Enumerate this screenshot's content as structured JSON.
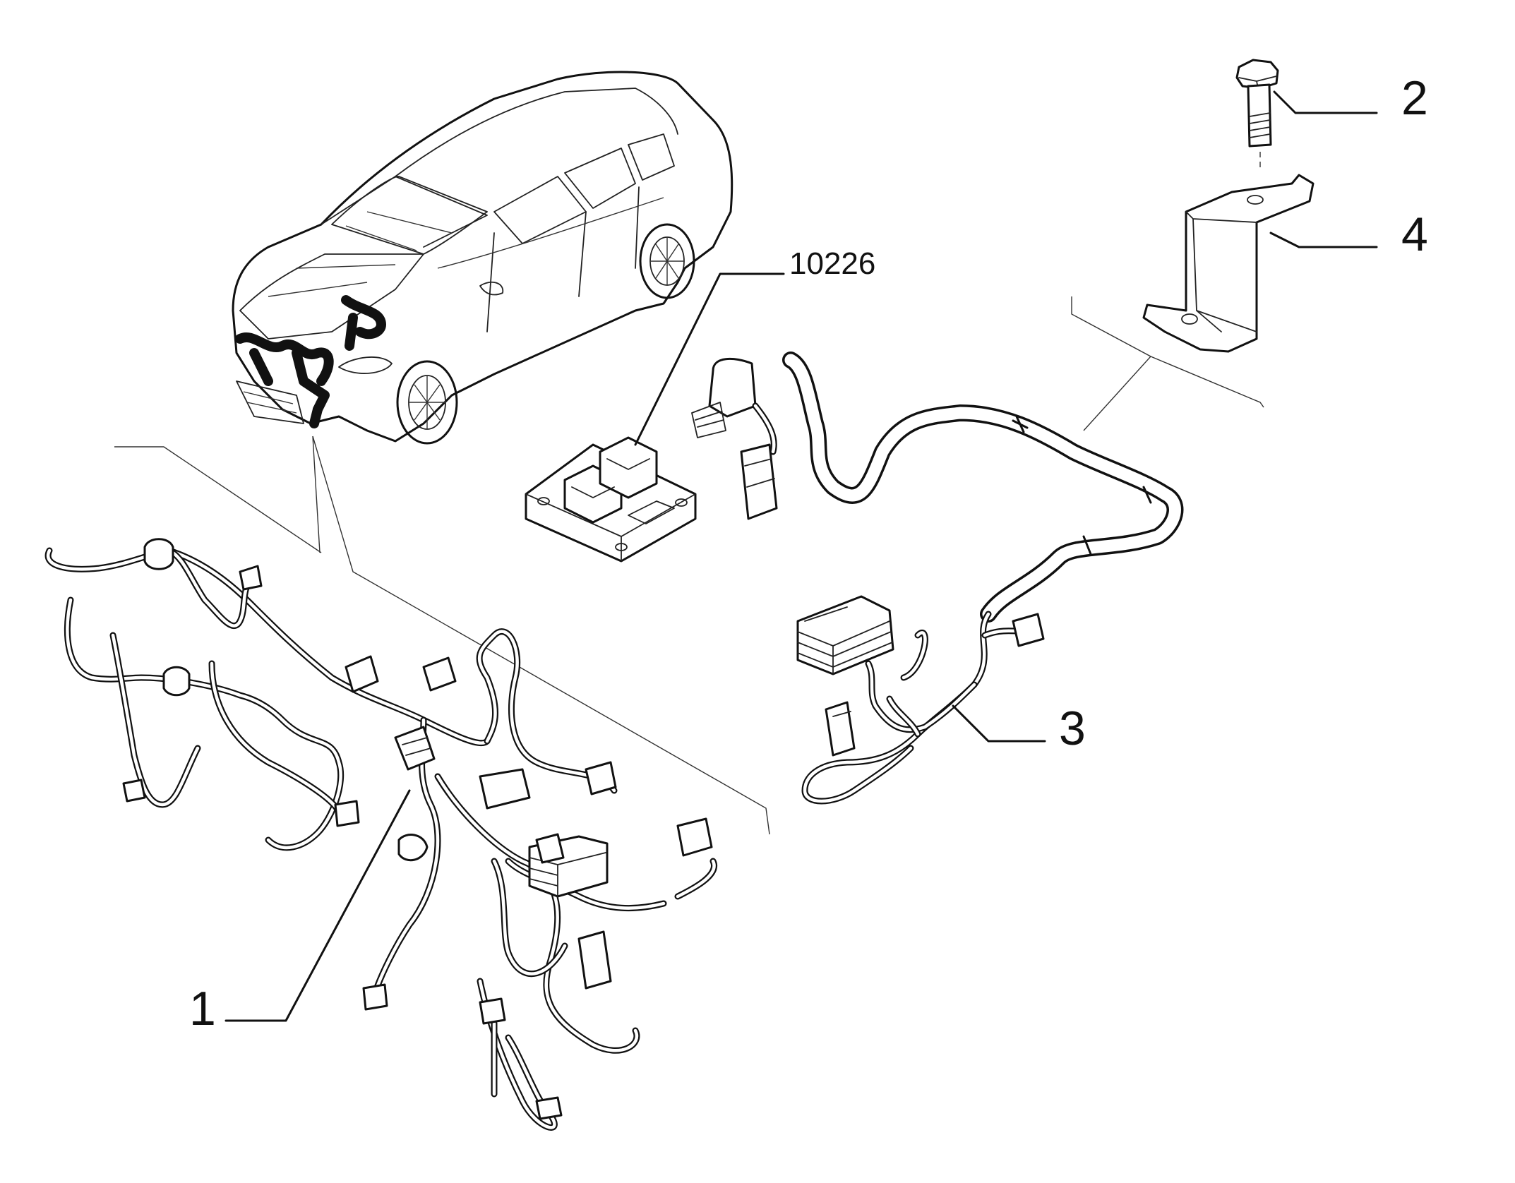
{
  "callouts": {
    "harness_front": "1",
    "bolt": "2",
    "harness_module": "3",
    "bracket": "4",
    "control_unit": "10226"
  },
  "colors": {
    "line": "#111111",
    "background": "#ffffff"
  }
}
